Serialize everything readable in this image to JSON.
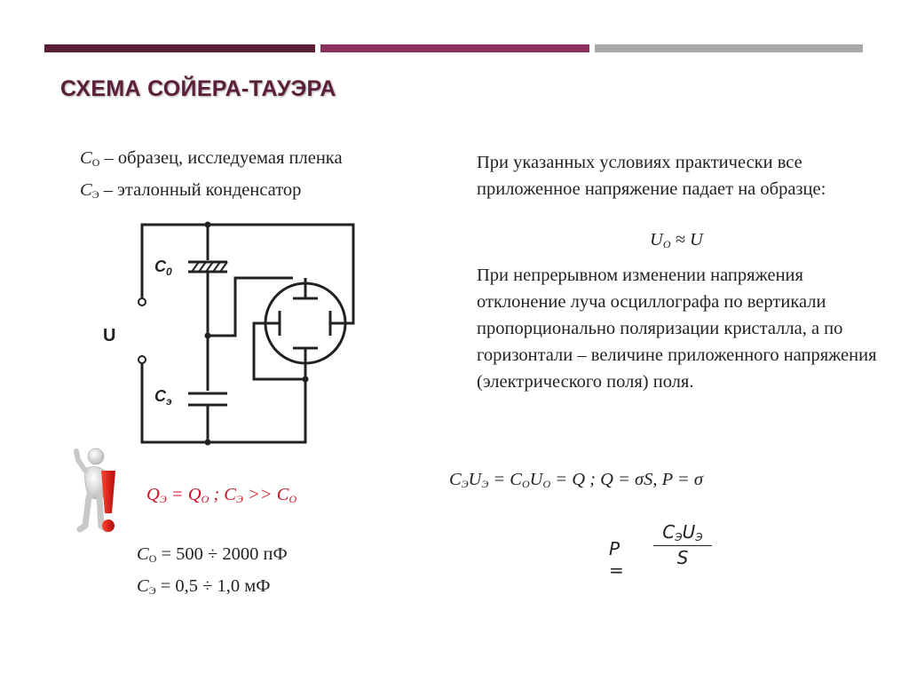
{
  "title": "СХЕМА СОЙЕРА-ТАУЭРА",
  "colors": {
    "bar_dark": "#5b1f3a",
    "bar_mid": "#8a3160",
    "bar_gray": "#a8a8a8",
    "accent_red": "#cc1122"
  },
  "legend": {
    "c0_symbol": "C",
    "c0_sub": "O",
    "c0_text": " – образец, исследуемая пленка",
    "ce_symbol": "C",
    "ce_sub": "Э",
    "ce_text": " – эталонный конденсатор"
  },
  "circuit": {
    "label_c0": "C",
    "label_c0_sub": "0",
    "label_ce": "C",
    "label_ce_sub": "э",
    "label_u": "U"
  },
  "right": {
    "para1": "При указанных условиях практически все приложенное напряжение падает на образце:",
    "uo_formula": "≈ U",
    "uo_symbol": "U",
    "uo_sub": "O",
    "para2": "При непрерывном изменении напряжения отклонение луча осциллографа по вертикали пропорционально поляризации кристалла, а по горизонтали – величине приложенного напряжения (электрического поля) поля."
  },
  "equation": {
    "part1": "C",
    "s1": "Э",
    "part2": "U",
    "s2": "Э",
    "part3": " = C",
    "s3": "O",
    "part4": "U",
    "s4": "O",
    "part5": " = Q  ;   Q = σS,   P = σ"
  },
  "formula": {
    "lhs": "P =",
    "num": "C",
    "num_s1": "Э",
    "num2": "U",
    "num_s2": "Э",
    "den": "S"
  },
  "red_note": {
    "q": "Q",
    "qs": "Э",
    "eq": " = Q",
    "qs2": "O",
    "sep": " ;  C",
    "cs": "Э",
    "gt": " >> C",
    "cs2": "O"
  },
  "values": {
    "c0_symbol": "C",
    "c0_sub": "O",
    "c0_value": " = 500 ÷ 2000 пФ",
    "ce_symbol": "C",
    "ce_sub": "Э",
    "ce_value": " = 0,5 ÷ 1,0 мФ"
  },
  "icons": {
    "figure": "person-with-exclamation-icon"
  }
}
